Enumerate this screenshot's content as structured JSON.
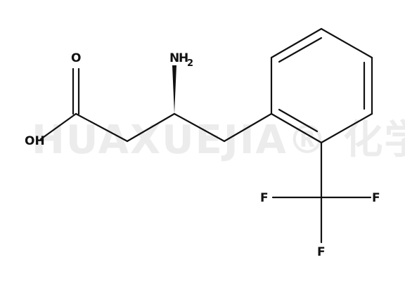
{
  "diagram": {
    "watermark_text": "HUAXUEJIA® 化学加",
    "atoms": {
      "carbonyl_o": "O",
      "hydroxyl": "OH",
      "amine_n": "N",
      "amine_h": "H",
      "amine_subscript": "2",
      "f_left": "F",
      "f_right": "F",
      "f_bottom": "F"
    }
  }
}
